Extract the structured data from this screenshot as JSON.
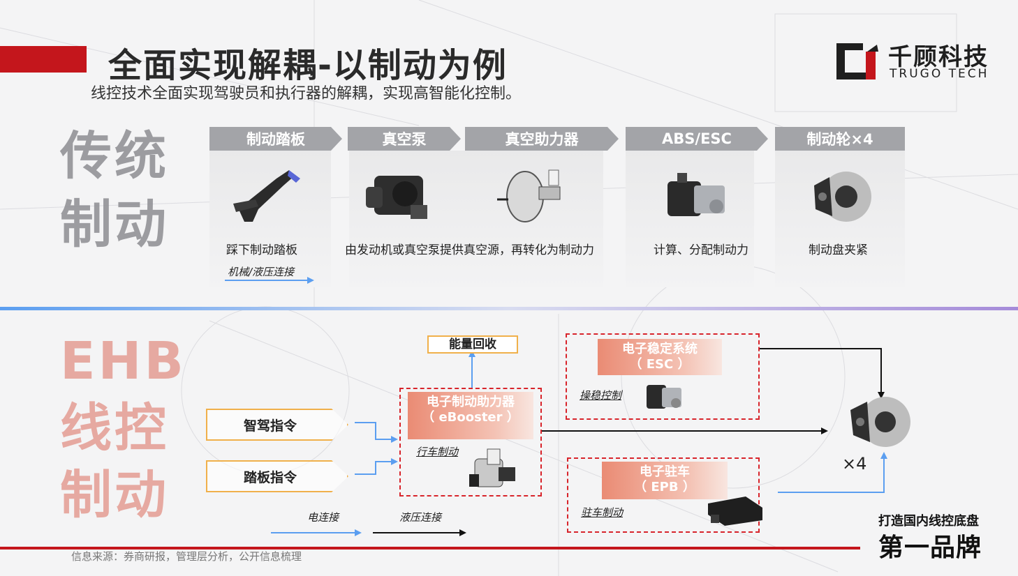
{
  "header": {
    "title": "全面实现解耦-以制动为例",
    "subtitle": "线控技术全面实现驾驶员和执行器的解耦，实现高智能化控制。"
  },
  "logo": {
    "name_cn": "千顾科技",
    "name_en": "TRUGO TECH"
  },
  "traditional": {
    "label_line1": "传统",
    "label_line2": "制动",
    "steps": [
      {
        "title": "制动踏板",
        "caption": "踩下制动踏板"
      },
      {
        "title": "真空泵",
        "caption": "由发动机或真空泵提供真空源，再转化为制动力"
      },
      {
        "title": "真空助力器",
        "caption": ""
      },
      {
        "title": "ABS/ESC",
        "caption": "计算、分配制动力"
      },
      {
        "title": "制动轮×4",
        "caption": "制动盘夹紧"
      }
    ],
    "connection_label": "机械/液压连接"
  },
  "ehb": {
    "label_line1": "EHB",
    "label_line2": "线控",
    "label_line3": "制动",
    "commands": [
      "智驾指令",
      "踏板指令"
    ],
    "energy_recovery": "能量回收",
    "ebooster": {
      "title": "电子制动助力器",
      "subtitle": "（ eBooster ）",
      "tag": "行车制动"
    },
    "esc": {
      "title": "电子稳定系统",
      "subtitle": "（ ESC ）",
      "tag": "操稳控制"
    },
    "epb": {
      "title": "电子驻车",
      "subtitle": "（ EPB ）",
      "tag": "驻车制动"
    },
    "wheel_count": "×4",
    "legend": {
      "electric": "电连接",
      "hydraulic": "液压连接"
    }
  },
  "slogan": {
    "line1": "打造国内线控底盘",
    "line2": "第一品牌"
  },
  "source": "信息来源：券商研报，管理层分析，公开信息梳理",
  "colors": {
    "brand_red": "#c4161c",
    "accent_orange": "#f0b04a",
    "blue_arrow": "#5b9ef0"
  }
}
